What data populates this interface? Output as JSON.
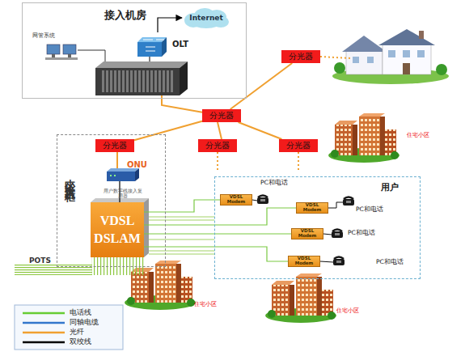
{
  "diagram": {
    "nodes": [
      {
        "text": [
          "接入机房"
        ]
      },
      {
        "text": [
          "Internet"
        ],
        "in": 0
      },
      {
        "text": [
          "OLT"
        ],
        "in": 0
      },
      {
        "text": [
          "分光器"
        ]
      },
      {
        "text": [
          "分光器"
        ]
      },
      {
        "text": [
          "小区接入机柜"
        ]
      },
      {
        "text": [
          "分光器"
        ],
        "in": 5
      },
      {
        "text": [
          "分光器"
        ]
      },
      {
        "text": [
          "分光器"
        ]
      },
      {
        "text": [
          "ONU"
        ],
        "in": 5
      },
      {
        "text": [
          "VDSL DSLAM"
        ],
        "in": 5
      },
      {
        "text": [
          "用户"
        ]
      },
      {
        "text": [
          "VDSL Modem"
        ],
        "in": 11
      },
      {
        "text": [
          "VDSL Modem"
        ],
        "in": 11
      },
      {
        "text": [
          "VDSL Modem"
        ],
        "in": 11
      },
      {
        "text": [
          "VDSL Modem"
        ],
        "in": 11
      }
    ],
    "edges": [
      {
        "from": 0,
        "to": 4,
        "arrow": "none"
      },
      {
        "from": 2,
        "to": 1,
        "arrow": "to"
      },
      {
        "from": 4,
        "to": 3,
        "arrow": "none"
      },
      {
        "from": 4,
        "to": 6,
        "arrow": "none"
      },
      {
        "from": 4,
        "to": 7,
        "arrow": "none"
      },
      {
        "from": 4,
        "to": 8,
        "arrow": "none"
      },
      {
        "from": 6,
        "to": 9,
        "arrow": "none"
      },
      {
        "from": 9,
        "to": 10,
        "arrow": "none"
      },
      {
        "from": 10,
        "to": 12,
        "arrow": "none"
      },
      {
        "from": 10,
        "to": 13,
        "arrow": "none"
      },
      {
        "from": 10,
        "to": 14,
        "arrow": "none"
      },
      {
        "from": 10,
        "to": 15,
        "arrow": "none"
      }
    ],
    "labels": [
      "网管系统",
      "住宅小区",
      "PC和电话",
      "用户数字线接入复用器",
      "PC和电话",
      "PC和电话",
      "POTS",
      "PC和电话",
      "住宅小区",
      "住宅小区"
    ],
    "legend": [
      {
        "text": "电话线"
      },
      {
        "text": "同轴电缆"
      },
      {
        "text": "光纤"
      },
      {
        "text": "双绞线"
      }
    ]
  }
}
